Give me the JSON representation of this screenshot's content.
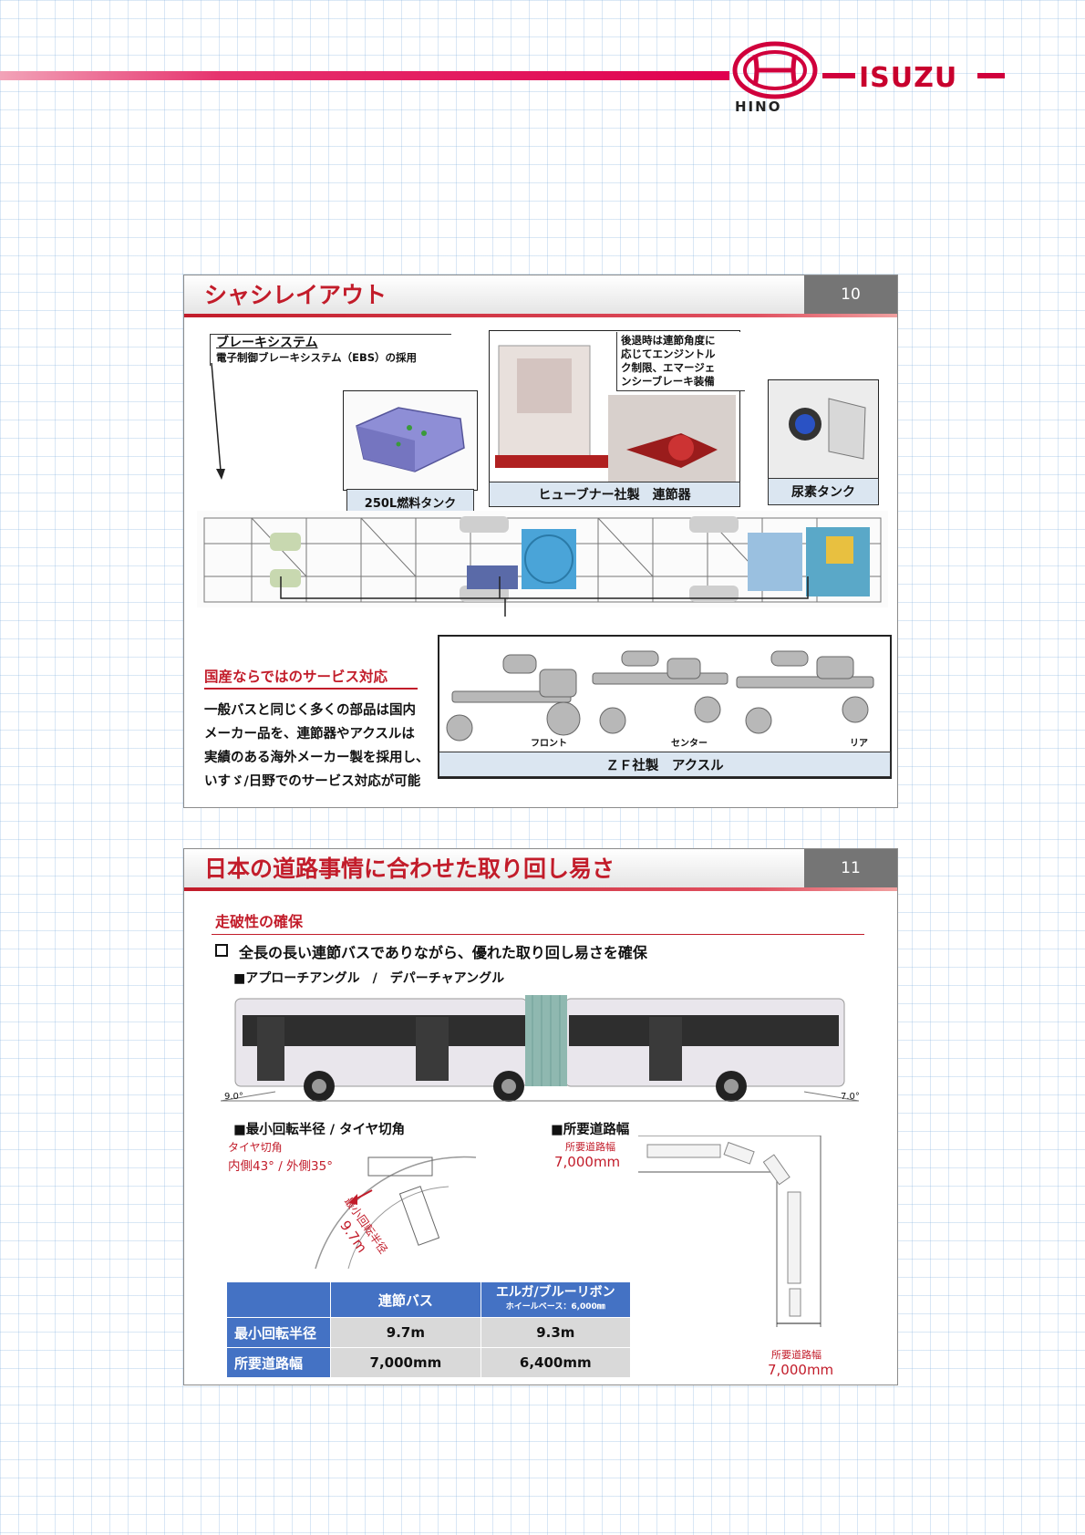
{
  "header": {
    "logo_left_text": "HINO",
    "logo_right_text": "ISUZU"
  },
  "slide10": {
    "title": "シャシレイアウト",
    "number": "10",
    "brake": {
      "title": "ブレーキシステム",
      "desc": "電子制御ブレーキシステム（EBS）の採用"
    },
    "fuel_tank_label": "250L燃料タンク",
    "coupling_label": "ヒューブナー社製　連節器",
    "coupling_note": [
      "後退時は連節角度に",
      "応じてエンジントル",
      "ク制限、エマージェ",
      "ンシーブレーキ装備"
    ],
    "urea_label": "尿素タンク",
    "service": {
      "title": "国産ならではのサービス対応",
      "lines": [
        "一般バスと同じく多くの部品は国内",
        "メーカー品を、連節器やアクスルは",
        "実績のある海外メーカー製を採用し、",
        "いすゞ/日野でのサービス対応が可能"
      ]
    },
    "axle": {
      "front": "フロント",
      "center": "センター",
      "rear": "リア",
      "label": "ＺＦ社製　アクスル"
    }
  },
  "slide11": {
    "title": "日本の道路事情に合わせた取り回し易さ",
    "number": "11",
    "subheading": "走破性の確保",
    "bullet": "全長の長い連節バスでありながら、優れた取り回し易さを確保",
    "approach_label": "■アプローチアングル　/　デパーチャアングル",
    "angle_left": "9.0°",
    "angle_right": "7.0°",
    "turning": {
      "label": "■最小回転半径 / タイヤ切角",
      "tire_angle": "タイヤ切角",
      "tire_angle_value": "内側43° / 外側35°",
      "arc_label": "最小回転半径",
      "arc_value": "9.7m"
    },
    "road_width": {
      "label": "■所要道路幅",
      "top_caption": "所要道路幅",
      "top_value": "7,000mm",
      "bottom_caption": "所要道路幅",
      "bottom_value": "7,000mm"
    },
    "table": {
      "col1": "連節バス",
      "col2": "エルガ/ブルーリボン",
      "col2_sub": "ホイールベース：6,000㎜",
      "rows": [
        {
          "label": "最小回転半径",
          "v1": "9.7m",
          "v2": "9.3m"
        },
        {
          "label": "所要道路幅",
          "v1": "7,000mm",
          "v2": "6,400mm"
        }
      ]
    }
  },
  "colors": {
    "brand_red": "#c8002d",
    "title_red": "#c21c2a",
    "table_blue": "#4472c4"
  }
}
